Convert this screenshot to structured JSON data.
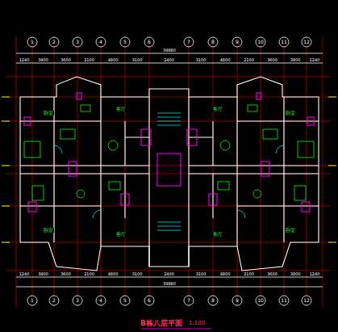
{
  "diagram": {
    "title": "B栋八层平面",
    "labels": [
      "1:100",
      "1240",
      "3900",
      "3600",
      "2100",
      "4800",
      "3100",
      "2400",
      "3100",
      "4800",
      "2100",
      "3600",
      "3900",
      "1240",
      "39880",
      "1240",
      "3900",
      "3600",
      "2100",
      "4800",
      "3100",
      "2400",
      "3100",
      "4800",
      "2100",
      "3600",
      "3900",
      "1240",
      "39880",
      "1",
      "2",
      "3",
      "4",
      "5",
      "6",
      "7",
      "8",
      "9",
      "10",
      "11",
      "12",
      "1",
      "2",
      "3",
      "4",
      "5",
      "6",
      "7",
      "8",
      "9",
      "10",
      "11",
      "12",
      "卧室",
      "客厅",
      "客厅",
      "卧室",
      "卧室",
      "客厅",
      "客厅",
      "卧室"
    ]
  }
}
